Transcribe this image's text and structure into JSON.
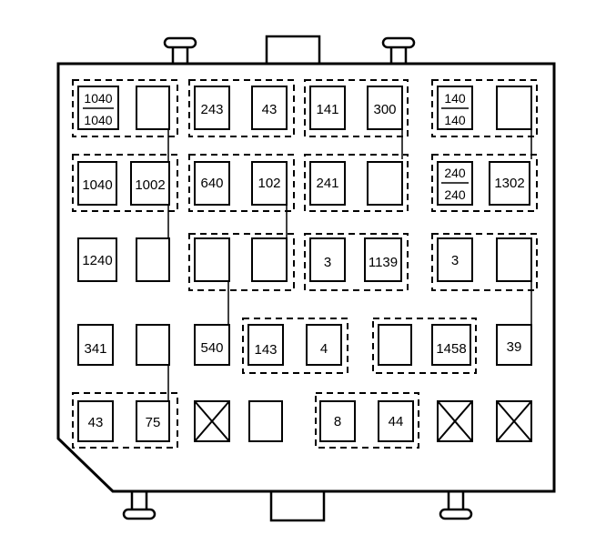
{
  "fuses": {
    "r1c1_top": "1040",
    "r1c1_bottom": "1040",
    "r1c3": "243",
    "r1c4": "43",
    "r1c5": "141",
    "r1c6": "300",
    "r1c7_top": "140",
    "r1c7_bottom": "140",
    "r2c1": "1040",
    "r2c2": "1002",
    "r2c3": "640",
    "r2c4": "102",
    "r2c5": "241",
    "r2c7_top": "240",
    "r2c7_bottom": "240",
    "r2c8": "1302",
    "r3c1": "1240",
    "r3c5": "3",
    "r3c6": "1139",
    "r3c7": "3",
    "r4c1": "341",
    "r4c3": "540",
    "r4c4": "143",
    "r4c5": "4",
    "r4c7": "1458",
    "r4c8": "39",
    "r5c1": "43",
    "r5c2": "75",
    "r5c5": "8",
    "r5c6": "44"
  }
}
